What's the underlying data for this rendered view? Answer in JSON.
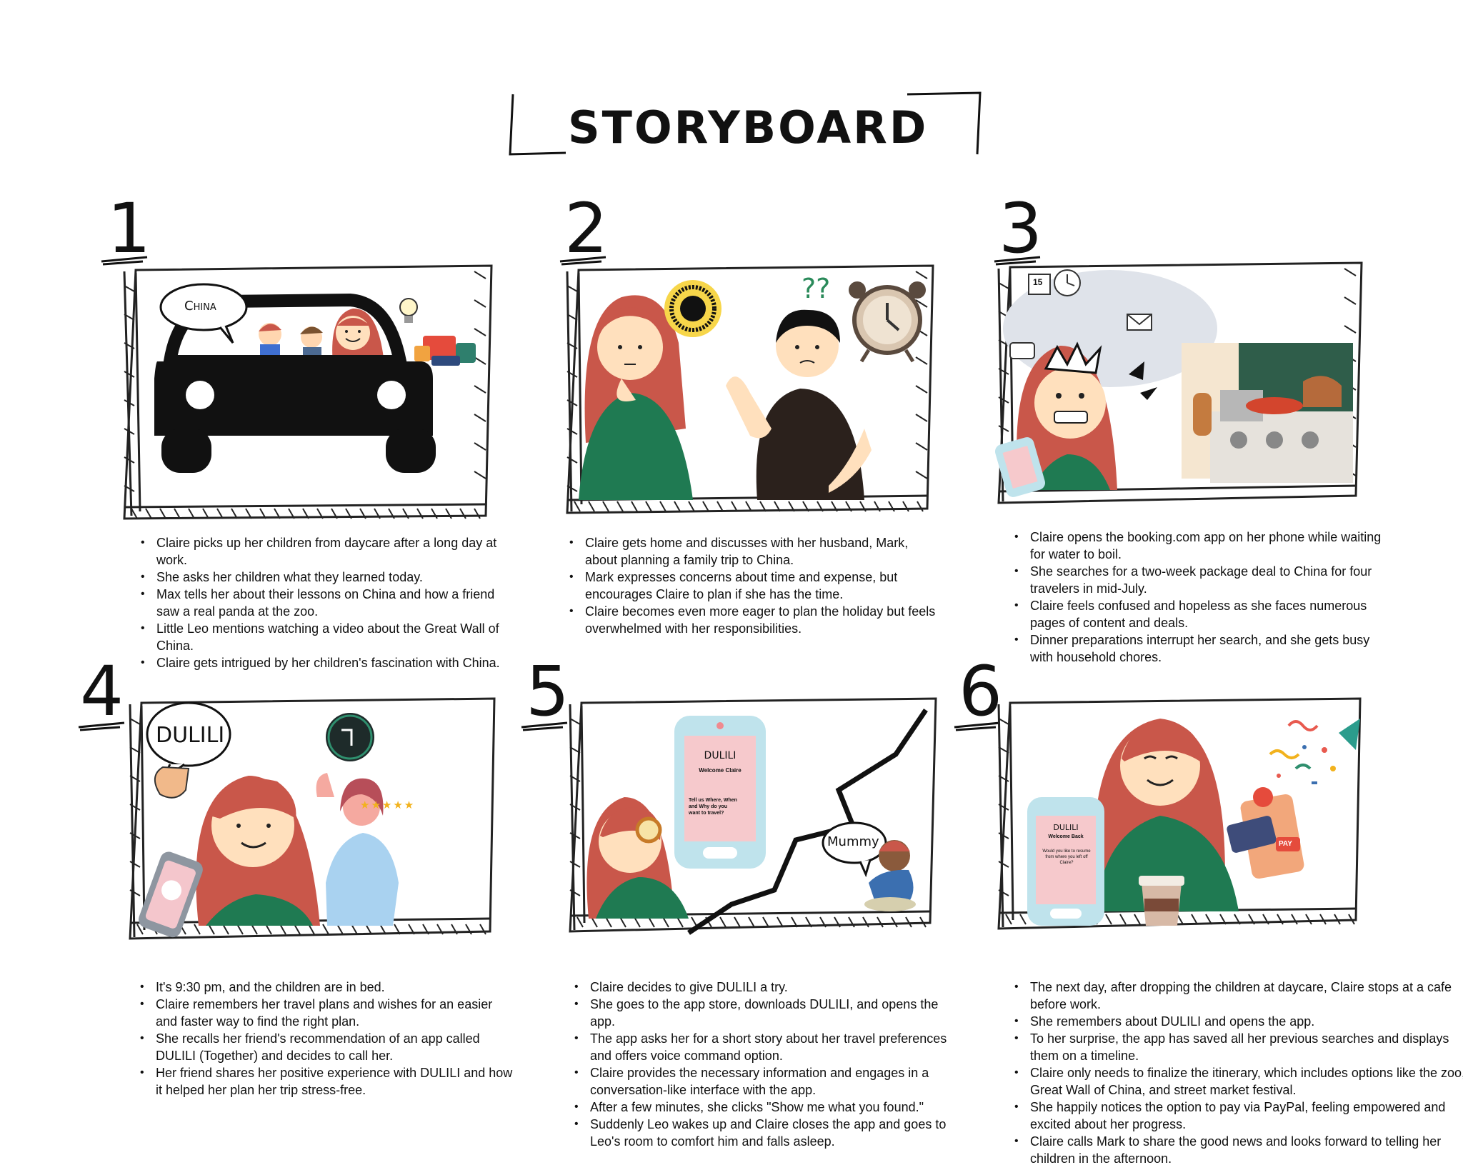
{
  "title": "STORYBOARD",
  "panels": [
    {
      "number": "1",
      "bubble": "China",
      "captions": [
        "Claire picks up her children from daycare after a long day at work.",
        "She asks her children what they learned today.",
        "Max tells her about their lessons on China and how a friend saw a real panda at the zoo.",
        "Little Leo mentions watching a video about the Great Wall of China.",
        "Claire gets intrigued by her children's fascination with China."
      ]
    },
    {
      "number": "2",
      "bubble": "??",
      "captions": [
        "Claire gets home and discusses with her husband, Mark, about planning a family trip to China.",
        "Mark expresses concerns about time and expense, but encourages Claire to plan if she has the time.",
        "Claire becomes even more eager to plan the holiday but feels overwhelmed with her responsibilities."
      ]
    },
    {
      "number": "3",
      "calendar_day": "15",
      "captions": [
        "Claire opens the booking.com app on her phone while waiting for water to boil.",
        "She searches for a two-week package deal to China for four travelers in mid-July.",
        "Claire feels confused and hopeless as she faces numerous pages of content and deals.",
        "Dinner preparations interrupt her search, and she gets busy with household chores."
      ]
    },
    {
      "number": "4",
      "bubble": "DULILI",
      "rating": "★★★★★",
      "captions": [
        "It's 9:30 pm, and the children are in bed.",
        "Claire remembers her travel plans and wishes for an easier and faster way to find the right plan.",
        "She recalls her friend's recommendation of an app called DULILI (Together) and decides to call her.",
        "Her friend shares her positive experience with DULILI and how it helped her plan her trip stress-free."
      ]
    },
    {
      "number": "5",
      "bubble": "Mummy",
      "phone_app": "DULILI",
      "phone_welcome": "Welcome Claire",
      "phone_prompt": "Tell us Where, When and Why do you want to travel?",
      "captions": [
        "Claire decides to give DULILI a try.",
        "She goes to the app store, downloads DULILI, and opens the app.",
        "The app asks her for a short story about her travel preferences and offers voice command option.",
        "Claire provides the necessary information and engages in a conversation-like interface with the app.",
        "After a few minutes, she clicks \"Show me what you found.\"",
        "Suddenly Leo wakes up and Claire closes the app and goes to Leo's room to comfort him and falls asleep."
      ]
    },
    {
      "number": "6",
      "phone_app": "DULILI",
      "phone_welcome": "Welcome Back",
      "phone_prompt": "Would you like to resume from where you left off Claire?",
      "pay_label": "PAY",
      "captions": [
        "The next day, after dropping the children at daycare, Claire stops at a cafe before work.",
        "She remembers about DULILI and opens the app.",
        "To her surprise, the app has saved all her previous searches and displays them on a timeline.",
        "Claire only needs to finalize the itinerary, which includes options like the zoo, Great Wall of China, and street market festival.",
        "She happily notices the option to pay via PayPal, feeling empowered and excited about her progress.",
        "Claire calls Mark to share the good news and looks forward to telling her children in the afternoon."
      ]
    }
  ],
  "colors": {
    "hair": "#c9574a",
    "skin": "#ffe0bd",
    "sweater": "#1f7a52",
    "ink": "#222222",
    "phone": "#bfe3ec",
    "screen": "#f6c9cc"
  }
}
